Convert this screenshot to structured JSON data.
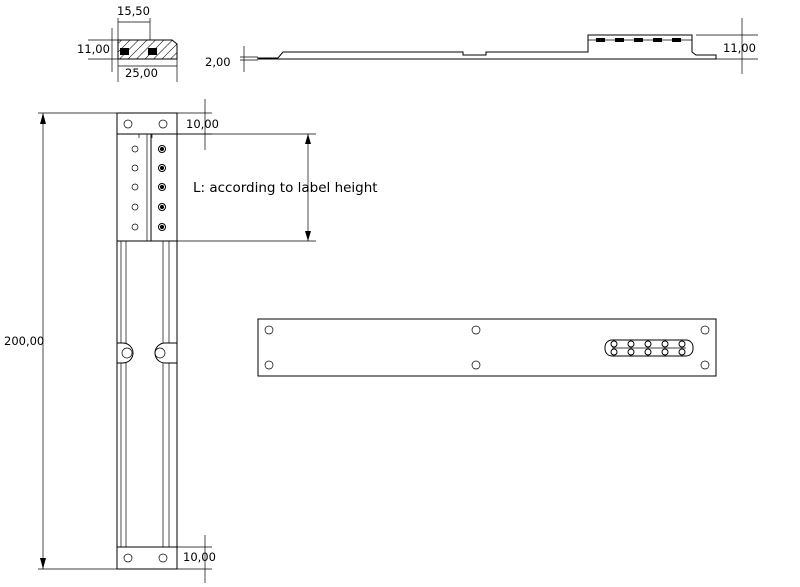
{
  "dimensions": {
    "top_width": "15,50",
    "bottom_width": "25,00",
    "section_height": "11,00",
    "step_height": "2,00",
    "side_height": "11,00",
    "total_length": "200,00",
    "hole_offset_top": "10,00",
    "hole_offset_bottom": "10,00"
  },
  "note": {
    "label_height": "L: according to label height"
  }
}
